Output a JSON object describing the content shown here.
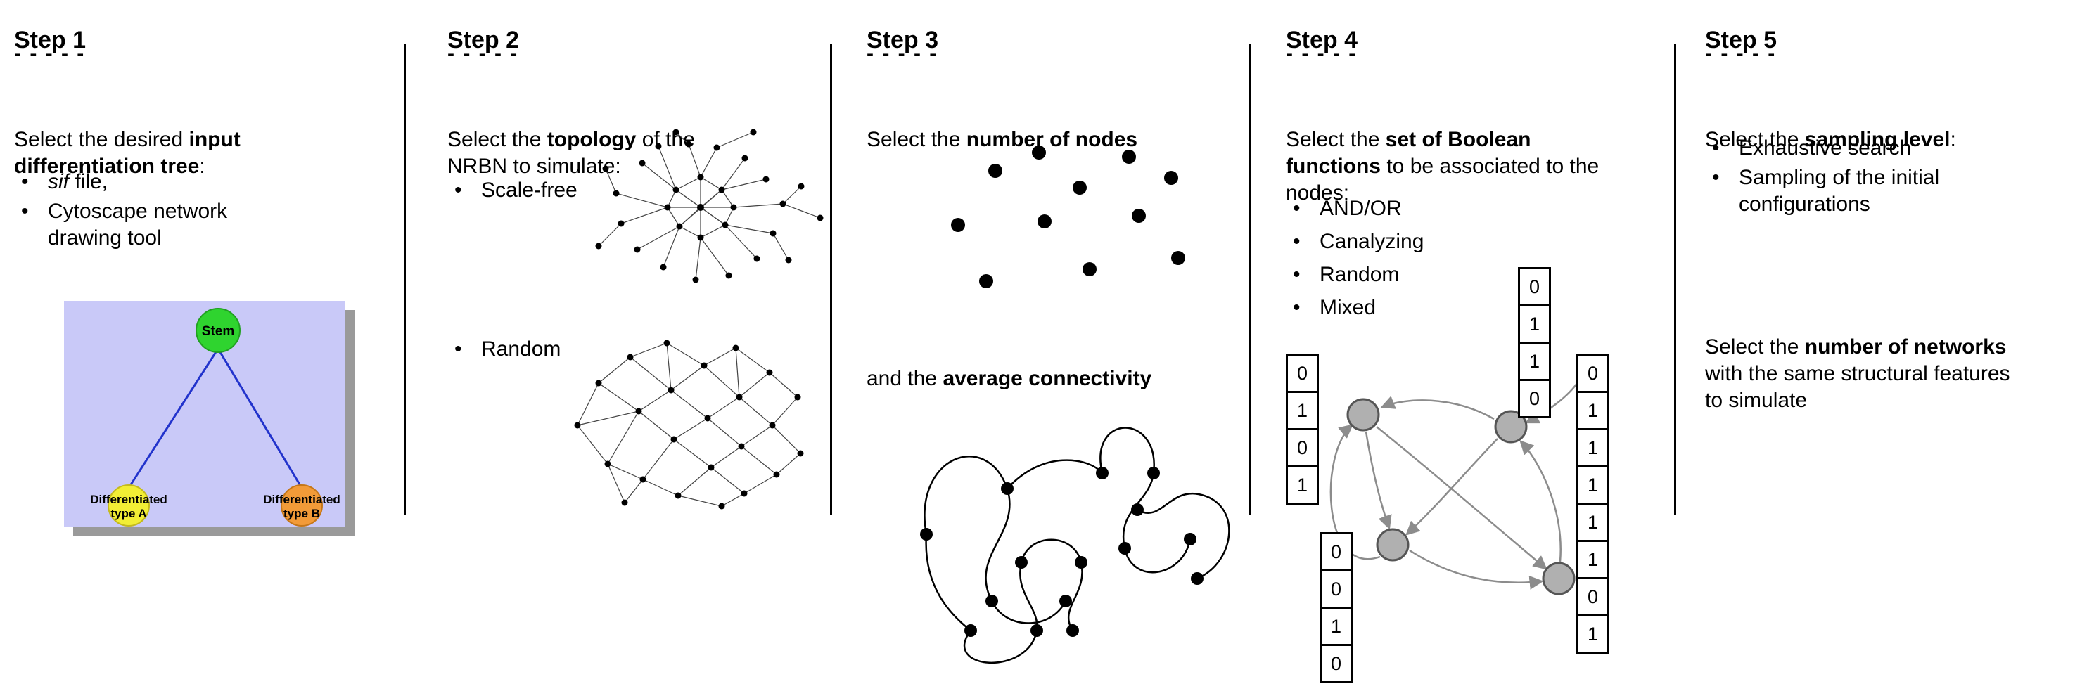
{
  "steps": [
    {
      "title": "Step 1",
      "dashes": "- - - - -",
      "intro": [
        {
          "t": "Select the desired "
        },
        {
          "t": "input differentiation tree",
          "b": true
        },
        {
          "t": ":"
        }
      ],
      "bullets": [
        {
          "marker": "•",
          "segments": [
            {
              "t": "sif",
              "i": true
            },
            {
              "t": " file,"
            }
          ]
        },
        {
          "marker": "•",
          "segments": [
            {
              "t": "Cytoscape network drawing tool"
            }
          ]
        }
      ],
      "tree": {
        "root": "Stem",
        "left": [
          "Differentiated",
          "type A"
        ],
        "right": [
          "Differentiated",
          "type B"
        ],
        "colors": {
          "background": "#c9c9f8",
          "root": "#2fd42f",
          "left": "#f2ee35",
          "right": "#f29b38",
          "edge": "#2233cc"
        }
      }
    },
    {
      "title": "Step 2",
      "dashes": "- - - - -",
      "intro": [
        {
          "t": "Select the "
        },
        {
          "t": "topology",
          "b": true
        },
        {
          "t": " of the NRBN to simulate:"
        }
      ],
      "bullets": [
        {
          "marker": "•",
          "segments": [
            {
              "t": "Scale-free"
            }
          ]
        },
        {
          "marker": "•",
          "segments": [
            {
              "t": "Random"
            }
          ]
        }
      ]
    },
    {
      "title": "Step 3",
      "dashes": "- - - - -",
      "intro": [
        {
          "t": "Select the "
        },
        {
          "t": "number of nodes",
          "b": true
        }
      ],
      "intro2": [
        {
          "t": "and the "
        },
        {
          "t": "average connectivity",
          "b": true
        }
      ]
    },
    {
      "title": "Step 4",
      "dashes": "- - - - -",
      "intro": [
        {
          "t": "Select the "
        },
        {
          "t": "set of Boolean functions",
          "b": true
        },
        {
          "t": " to be associated to the nodes:"
        }
      ],
      "bullets": [
        {
          "marker": "•",
          "segments": [
            {
              "t": "AND/OR"
            }
          ]
        },
        {
          "marker": "•",
          "segments": [
            {
              "t": "Canalyzing"
            }
          ]
        },
        {
          "marker": "•",
          "segments": [
            {
              "t": "Random"
            }
          ]
        },
        {
          "marker": "•",
          "segments": [
            {
              "t": "Mixed"
            }
          ]
        }
      ],
      "truth_tables": {
        "left": [
          "0",
          "1",
          "0",
          "1"
        ],
        "top": [
          "0",
          "1",
          "1",
          "0"
        ],
        "right": [
          "0",
          "1",
          "1",
          "1",
          "1",
          "1",
          "0",
          "1"
        ],
        "bottom": [
          "0",
          "0",
          "1",
          "0"
        ]
      }
    },
    {
      "title": "Step 5",
      "dashes": "- - - - -",
      "intro": [
        {
          "t": "Select the "
        },
        {
          "t": "sampling level",
          "b": true
        },
        {
          "t": ":"
        }
      ],
      "bullets": [
        {
          "marker": "•",
          "segments": [
            {
              "t": "Exhaustive search"
            }
          ]
        },
        {
          "marker": "•",
          "segments": [
            {
              "t": "Sampling of the initial configurations"
            }
          ]
        }
      ],
      "outro": [
        {
          "t": "Select the "
        },
        {
          "t": "number of networks",
          "b": true
        },
        {
          "t": " with the same structural features to simulate"
        }
      ]
    }
  ]
}
